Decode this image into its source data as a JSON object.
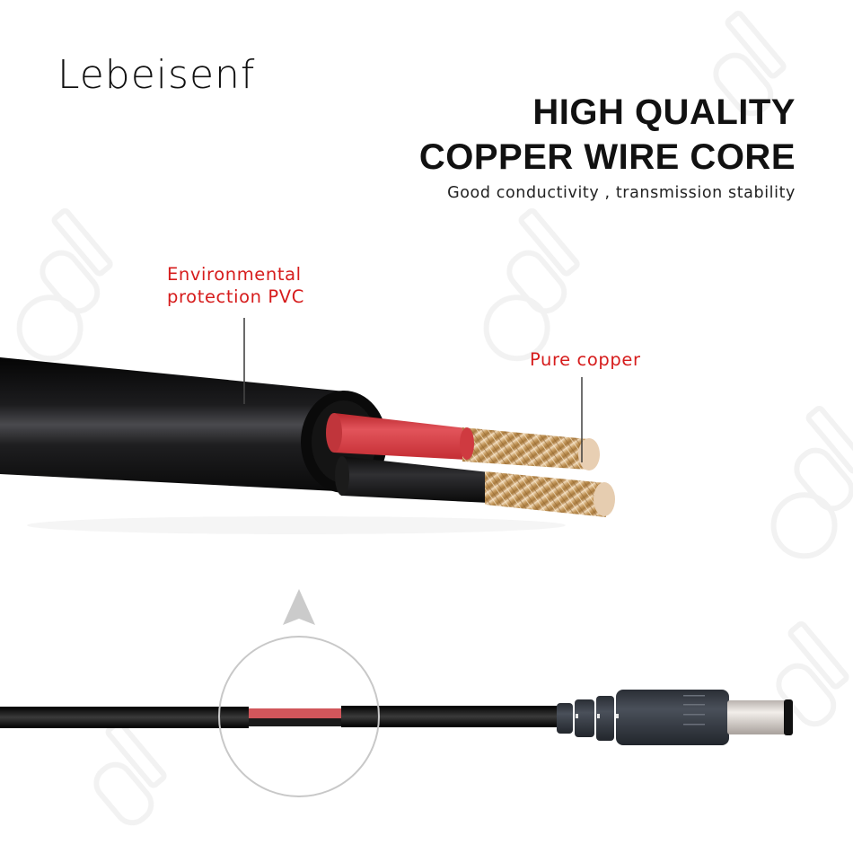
{
  "brand": {
    "name": "Lebeisenf"
  },
  "headline": {
    "line1": "HIGH QUALITY",
    "line2": "COPPER WIRE CORE",
    "subtitle": "Good conductivity , transmission stability"
  },
  "callouts": {
    "pvc_line1": "Environmental",
    "pvc_line2": "protection PVC",
    "copper": "Pure copper"
  },
  "colors": {
    "background": "#ffffff",
    "text_dark": "#111111",
    "accent_red": "#d61c1c",
    "cable_black": "#0d0d0d",
    "wire_red": "#d9424a",
    "copper": "#d9b48a",
    "connector": "#3a3f48",
    "plug_metal": "#cfcac6",
    "magnifier_ring": "#c8c8c8",
    "arrow_gray": "#c9c9c9"
  },
  "icons": {
    "magnifier": "magnifier-circle-icon",
    "pointer": "arrow-up-icon",
    "watermark": "watermark-pattern-icon"
  }
}
